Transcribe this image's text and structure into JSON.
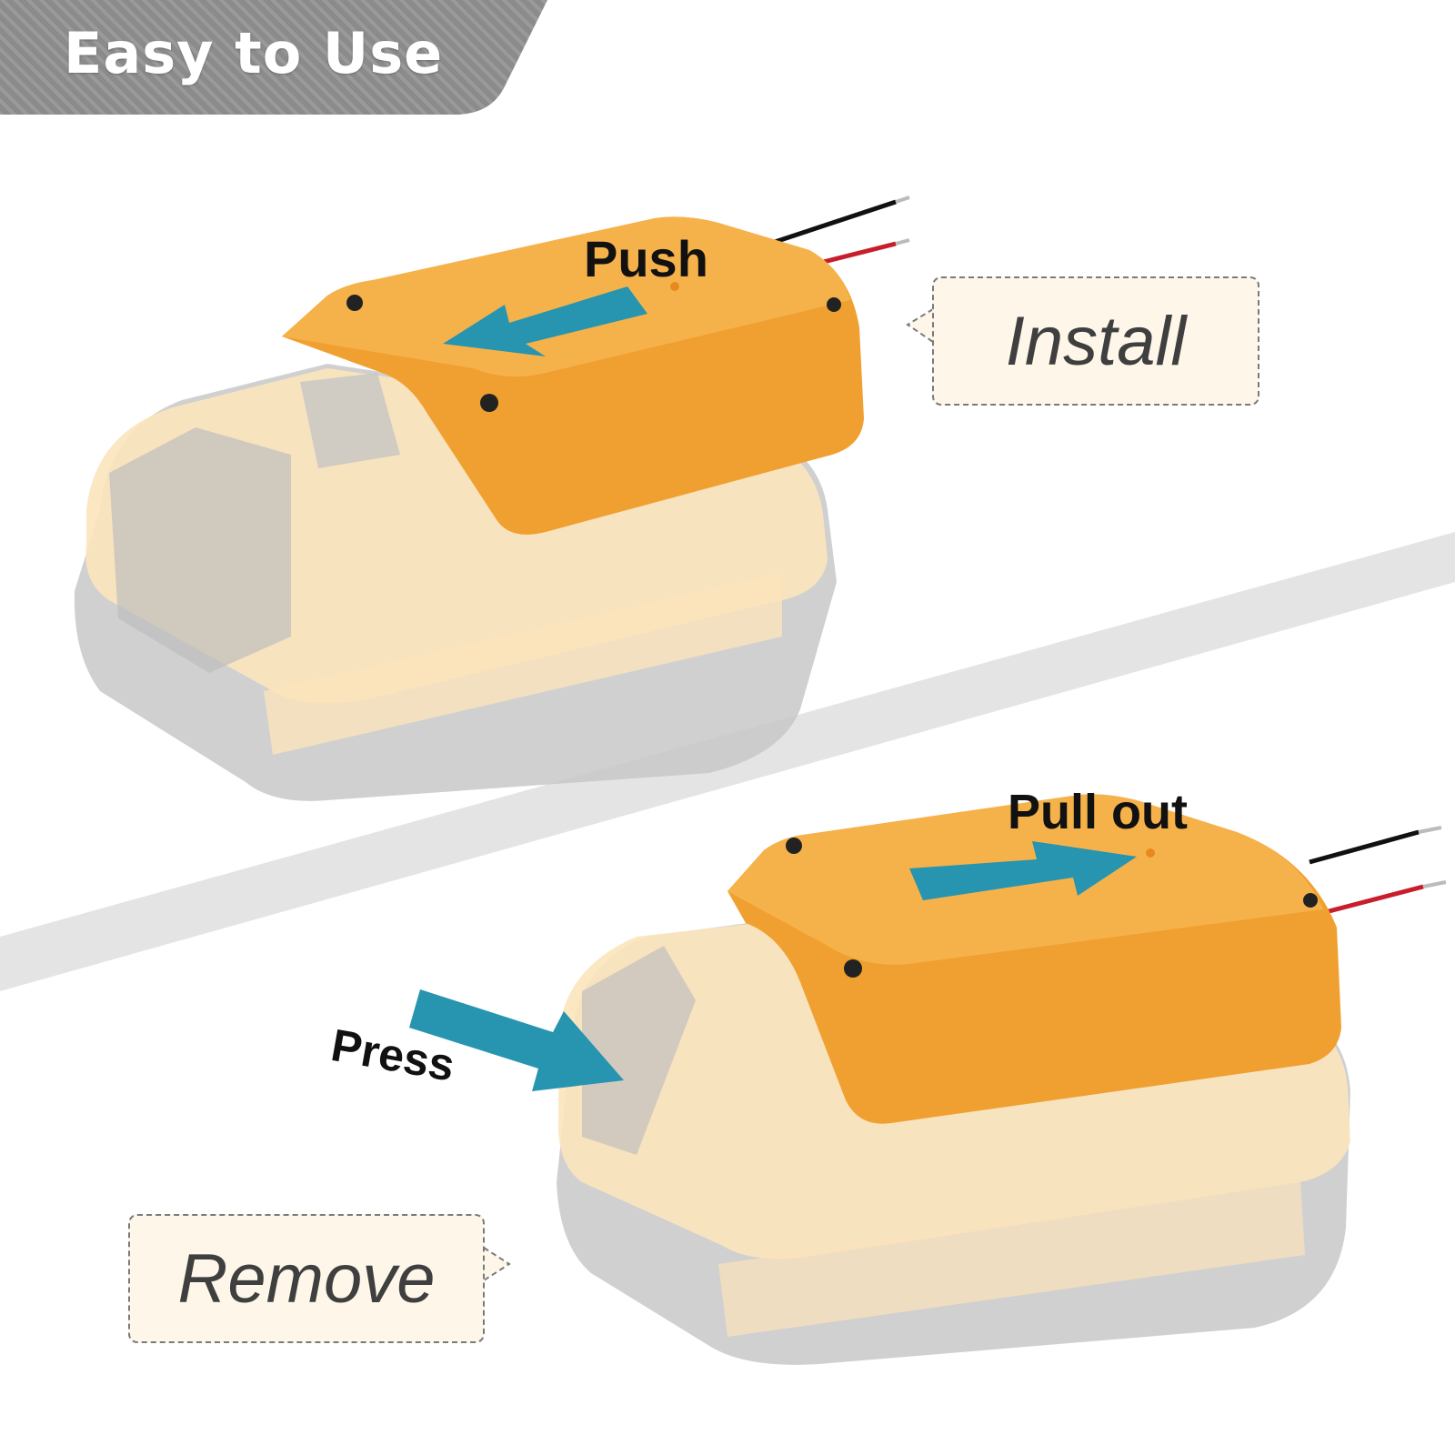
{
  "header": {
    "title": "Easy to Use"
  },
  "steps": {
    "install": {
      "label": "Install",
      "action": "Push"
    },
    "remove": {
      "label": "Remove",
      "actions": {
        "pull": "Pull out",
        "press": "Press"
      }
    }
  },
  "colors": {
    "adapter_orange": "#f2a22c",
    "battery_cream": "#fbe6c3",
    "battery_grey": "#c9c9c9",
    "arrow_teal": "#2794b0",
    "callout_fill": "#fdf6e9",
    "banner_grey": "#8d8d8d"
  },
  "icons": [
    "left-arrow-icon",
    "right-arrow-icon",
    "press-arrow-icon"
  ]
}
